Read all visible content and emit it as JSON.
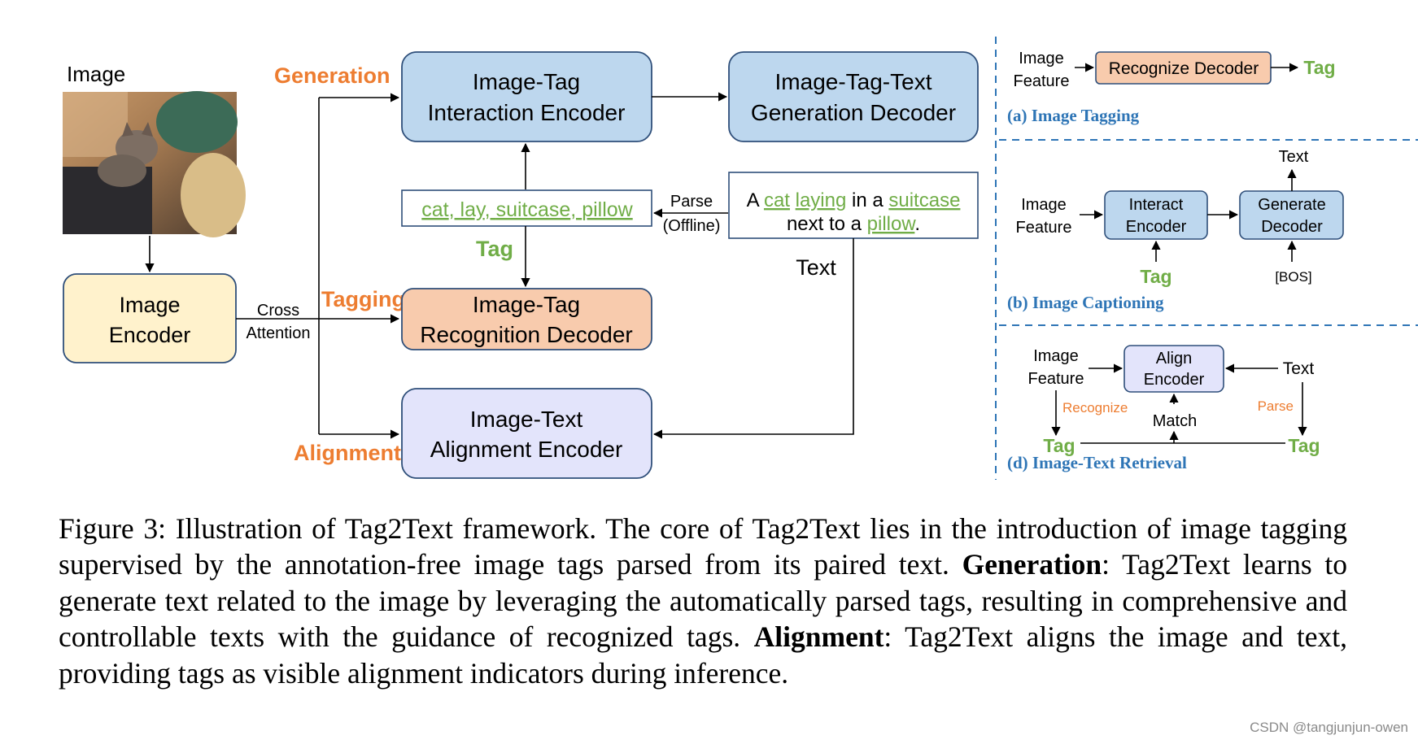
{
  "colors": {
    "blue_box_fill": "#bdd7ee",
    "orange_box_fill": "#f8cbad",
    "yellow_box_fill": "#fff2cc",
    "lavender_box_fill": "#e3e4fb",
    "box_stroke": "#2f4f7a",
    "label_orange": "#ed7d31",
    "tag_green": "#70ad47",
    "subpanel_blue": "#2e75b6",
    "caption_text": "#000000"
  },
  "main": {
    "image_label": "Image",
    "image_encoder": [
      "Image",
      "Encoder"
    ],
    "cross_attention": [
      "Cross",
      "Attention"
    ],
    "generation_label": "Generation",
    "tagging_label": "Tagging",
    "alignment_label": "Alignment",
    "interaction_encoder": [
      "Image-Tag",
      "Interaction Encoder"
    ],
    "generation_decoder": [
      "Image-Tag-Text",
      "Generation Decoder"
    ],
    "recognition_decoder": [
      "Image-Tag",
      "Recognition Decoder"
    ],
    "alignment_encoder": [
      "Image-Text",
      "Alignment Encoder"
    ],
    "tags": [
      "cat",
      "lay",
      "suitcase",
      "pillow"
    ],
    "tag_sep": ", ",
    "tag_label": "Tag",
    "parse_label": [
      "Parse",
      "(Offline)"
    ],
    "text_label": "Text",
    "sentence": {
      "line1": [
        "A ",
        "cat",
        " ",
        "laying",
        " in a ",
        "suitcase"
      ],
      "line2": [
        "next to a ",
        "pillow",
        "."
      ]
    }
  },
  "panels": {
    "a": {
      "title": "(a) Image Tagging",
      "input": [
        "Image",
        "Feature"
      ],
      "box": "Recognize Decoder",
      "output": "Tag"
    },
    "b": {
      "title": "(b) Image Captioning",
      "input": [
        "Image",
        "Feature"
      ],
      "box1": [
        "Interact",
        "Encoder"
      ],
      "box2": [
        "Generate",
        "Decoder"
      ],
      "top_out": "Text",
      "tag": "Tag",
      "bos": "[BOS]"
    },
    "d": {
      "title": "(d) Image-Text Retrieval",
      "input": [
        "Image",
        "Feature"
      ],
      "box": [
        "Align",
        "Encoder"
      ],
      "text": "Text",
      "recognize": "Recognize",
      "parse": "Parse",
      "match": "Match",
      "tag_left": "Tag",
      "tag_right": "Tag"
    }
  },
  "caption": {
    "prefix": "Figure 3: Illustration of Tag2Text framework.  The core of Tag2Text lies in the introduction of image tagging supervised by the annotation-free image tags parsed from its paired text. ",
    "generation_bold": "Generation",
    "generation_text": ": Tag2Text learns to generate text related to the image by leveraging the automatically parsed tags, resulting in comprehensive and controllable texts with the guidance of recognized tags. ",
    "alignment_bold": "Alignment",
    "alignment_text": ": Tag2Text aligns the image and text, providing tags as visible alignment indicators during inference."
  },
  "watermark": "CSDN @tangjunjun-owen"
}
